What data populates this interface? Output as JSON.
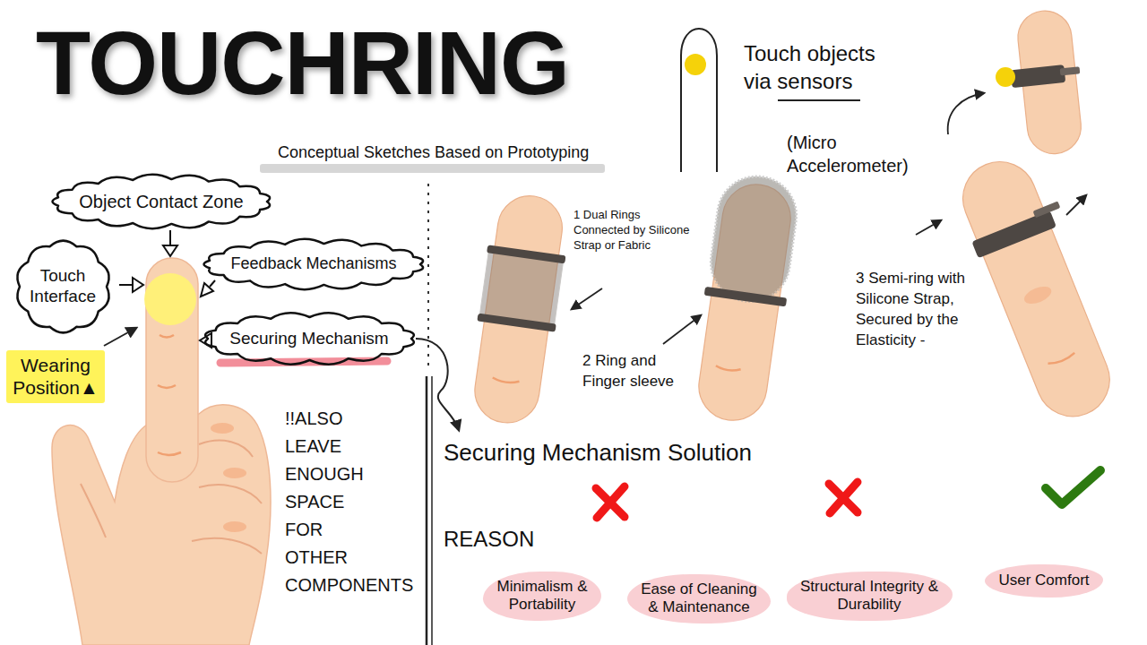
{
  "diagram": {
    "title": "TOUCHRING",
    "nodes": [
      {
        "text": [
          "Object Contact Zone"
        ]
      },
      {
        "text": [
          "Touch Interface"
        ]
      },
      {
        "text": [
          "Feedback Mechanisms"
        ]
      },
      {
        "text": [
          "Securing Mechanism"
        ]
      },
      {
        "text": [
          "Wearing Position▲"
        ]
      },
      {
        "text": [
          "Minimalism & Portability"
        ]
      },
      {
        "text": [
          "Ease of Cleaning & Maintenance"
        ]
      },
      {
        "text": [
          "Structural Integrity & Durability"
        ]
      },
      {
        "text": [
          "User Comfort"
        ]
      }
    ],
    "labels": [
      "Conceptual Sketches Based on Prototyping",
      "!!ALSO LEAVE ENOUGH SPACE FOR OTHER COMPONENTS",
      "Touch objects via sensors",
      "(Micro Accelerometer)",
      "1 Dual Rings Connected by Silicone Strap or Fabric",
      "2 Ring and Finger sleeve",
      "3 Semi-ring with Silicone Strap, Secured by the Elasticity -",
      "Securing Mechanism Solution",
      "REASON"
    ]
  }
}
